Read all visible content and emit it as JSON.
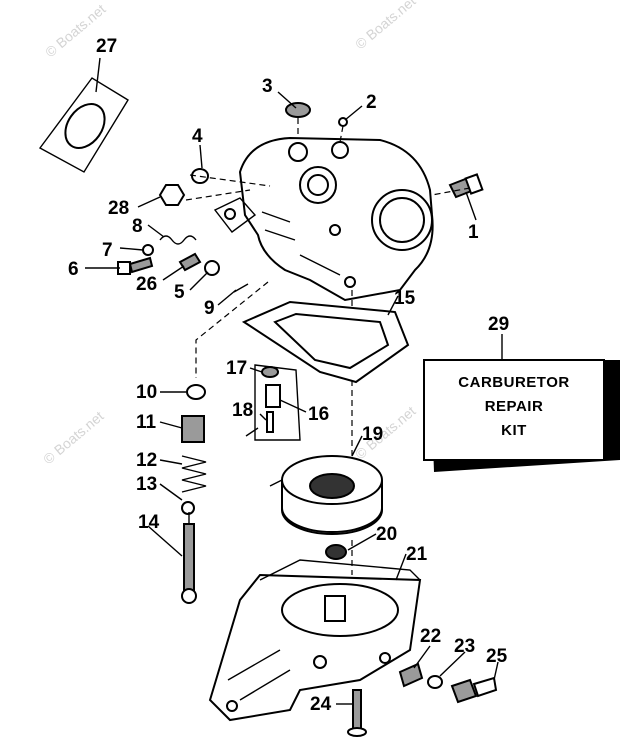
{
  "watermark": "© Boats.net",
  "kit_box": {
    "line1": "CARBURETOR",
    "line2": "REPAIR",
    "line3": "KIT"
  },
  "callouts": [
    {
      "id": "1",
      "label": "1"
    },
    {
      "id": "2",
      "label": "2"
    },
    {
      "id": "3",
      "label": "3"
    },
    {
      "id": "4",
      "label": "4"
    },
    {
      "id": "5",
      "label": "5"
    },
    {
      "id": "6",
      "label": "6"
    },
    {
      "id": "7",
      "label": "7"
    },
    {
      "id": "8",
      "label": "8"
    },
    {
      "id": "9",
      "label": "9"
    },
    {
      "id": "10",
      "label": "10"
    },
    {
      "id": "11",
      "label": "11"
    },
    {
      "id": "12",
      "label": "12"
    },
    {
      "id": "13",
      "label": "13"
    },
    {
      "id": "14",
      "label": "14"
    },
    {
      "id": "15",
      "label": "15"
    },
    {
      "id": "16",
      "label": "16"
    },
    {
      "id": "17",
      "label": "17"
    },
    {
      "id": "18",
      "label": "18"
    },
    {
      "id": "19",
      "label": "19"
    },
    {
      "id": "20",
      "label": "20"
    },
    {
      "id": "21",
      "label": "21"
    },
    {
      "id": "22",
      "label": "22"
    },
    {
      "id": "23",
      "label": "23"
    },
    {
      "id": "24",
      "label": "24"
    },
    {
      "id": "25",
      "label": "25"
    },
    {
      "id": "26",
      "label": "26"
    },
    {
      "id": "27",
      "label": "27"
    },
    {
      "id": "28",
      "label": "28"
    },
    {
      "id": "29",
      "label": "29"
    }
  ]
}
